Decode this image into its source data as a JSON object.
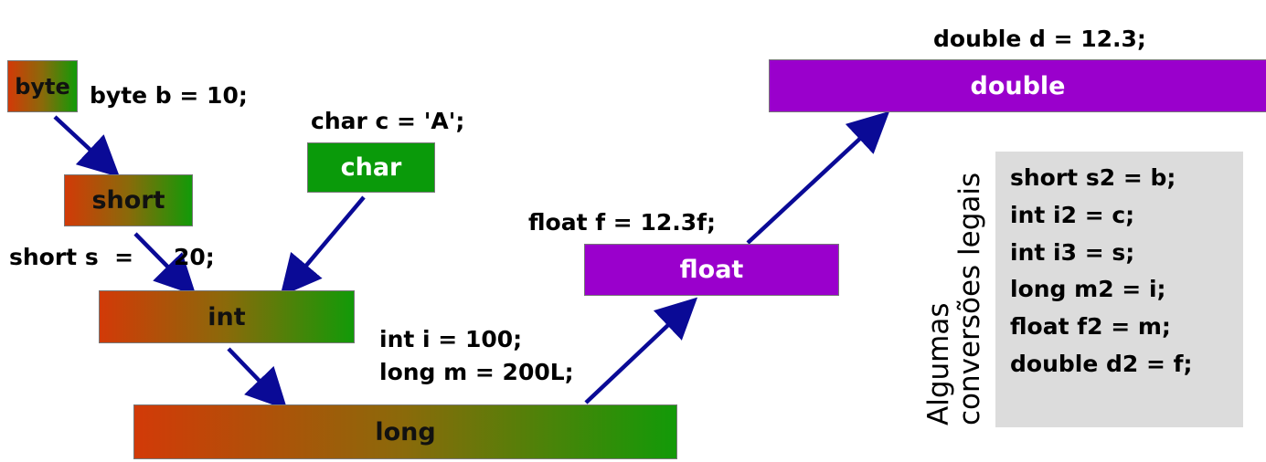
{
  "boxes": {
    "byte": "byte",
    "short": "short",
    "char": "char",
    "int": "int",
    "long": "long",
    "float": "float",
    "double": "double"
  },
  "declarations": {
    "byte_decl": "byte b = 10;",
    "char_decl": "char c = 'A';",
    "short_decl_left": "short s  =",
    "short_decl_right": "20;",
    "int_decl": "int i = 100;",
    "long_decl": "long m = 200L;",
    "float_decl": "float f = 12.3f;",
    "double_decl": "double d = 12.3;"
  },
  "side_title": {
    "line1": "Algumas",
    "line2": "conversões legais"
  },
  "conversions": [
    "short s2 = b;",
    "int i2 = c;",
    "int i3 = s;",
    "long m2 = i;",
    "float f2 = m;",
    "double d2 = f;"
  ],
  "colors": {
    "arrow": "#0a0a96",
    "char_green": "#0a9a0a",
    "float_purple": "#9a00cc",
    "panel_gray": "#dcdcdc"
  }
}
